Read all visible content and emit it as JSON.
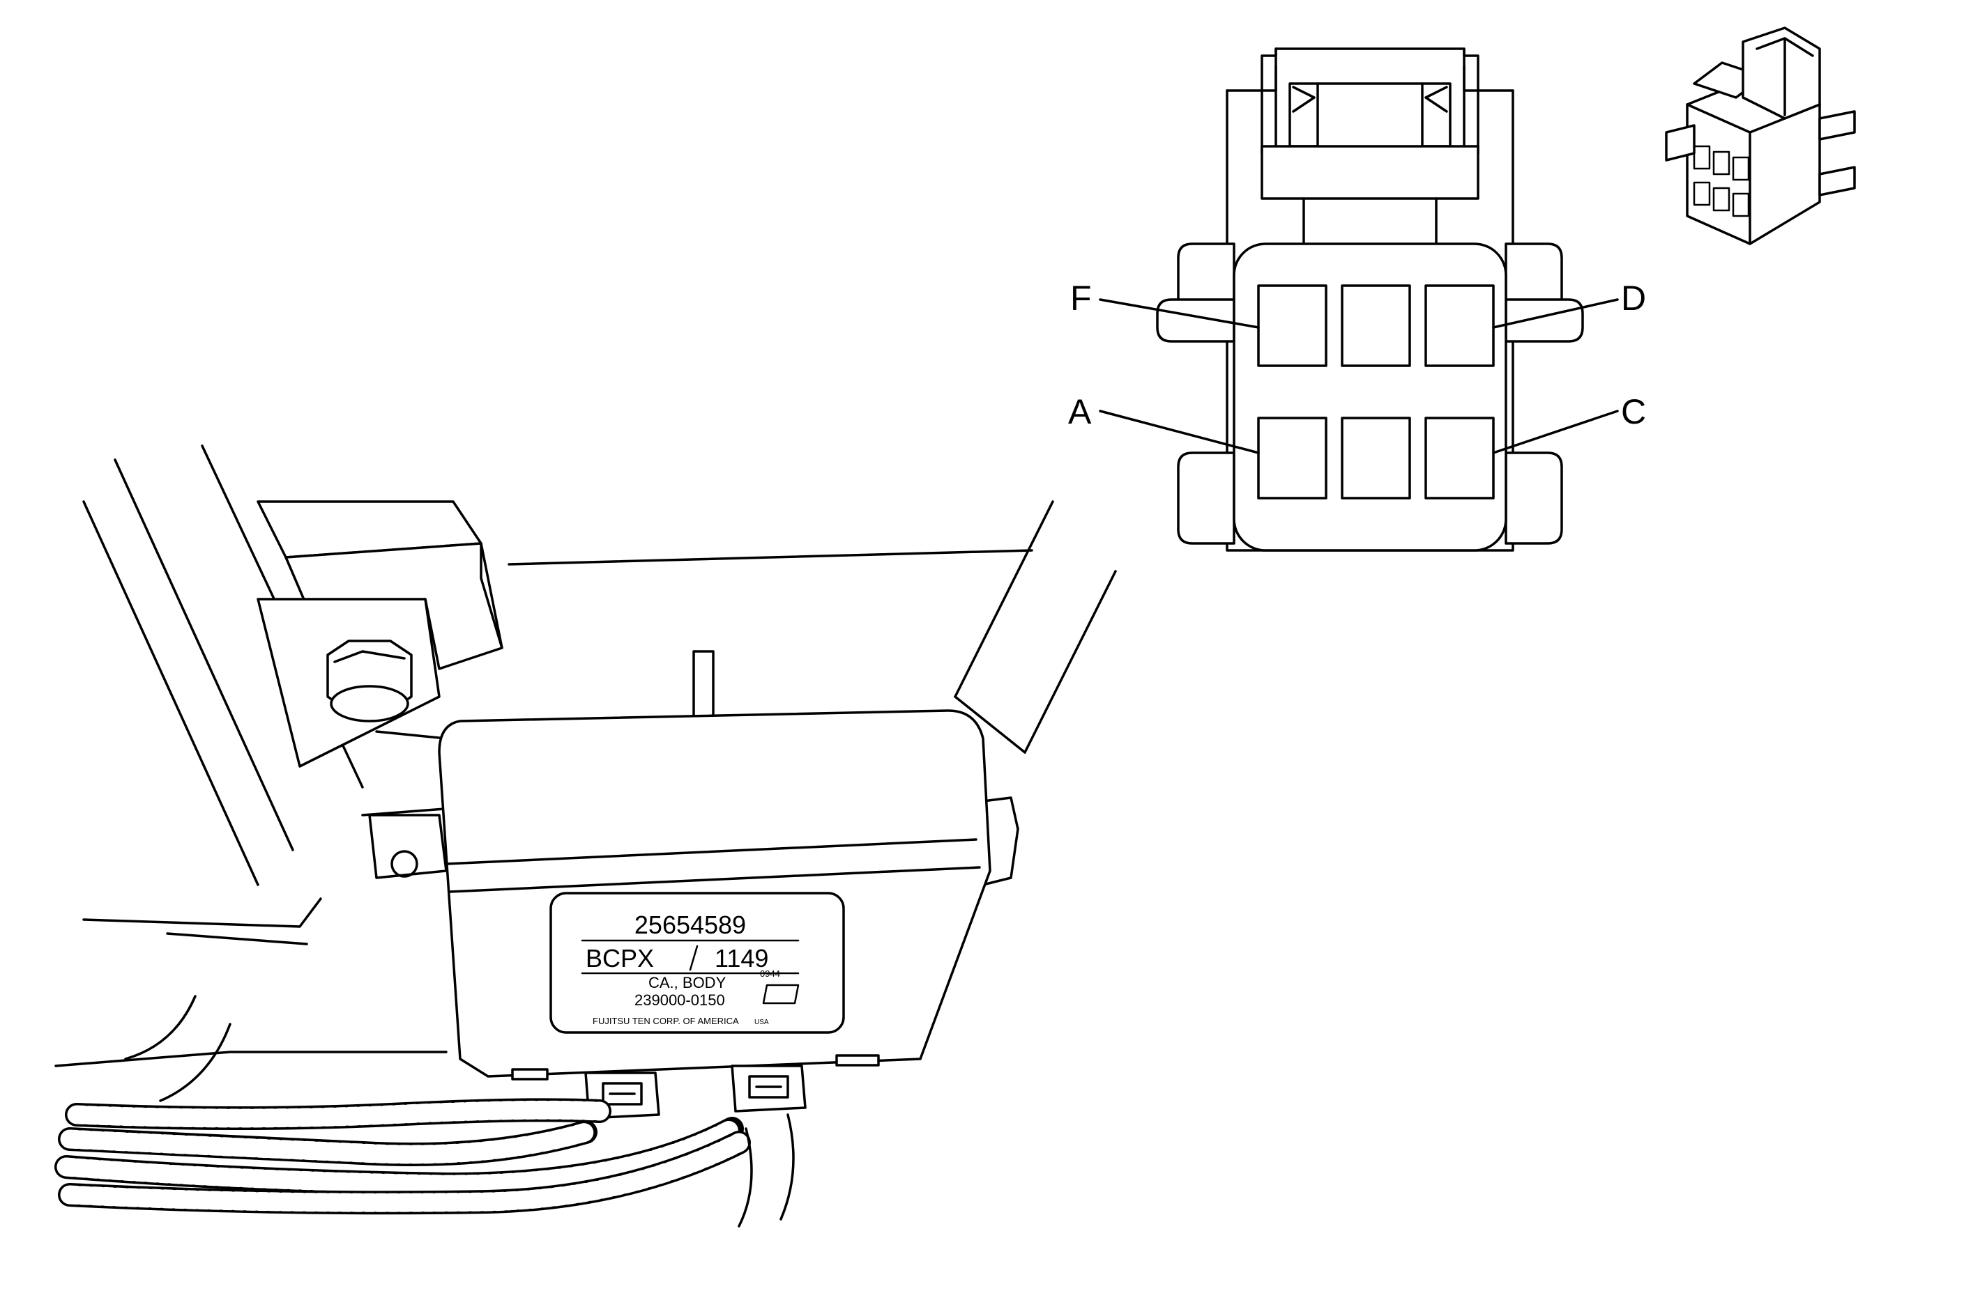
{
  "connector": {
    "pin_labels": {
      "F": "F",
      "D": "D",
      "A": "A",
      "C": "C"
    }
  },
  "module_label": {
    "part_number": "25654589",
    "code_left": "BCPX",
    "code_right": "1149",
    "description": "CA., BODY",
    "small_code": "0944",
    "serial": "239000-0150",
    "manufacturer": "FUJITSU TEN CORP. OF AMERICA",
    "origin": "USA"
  }
}
